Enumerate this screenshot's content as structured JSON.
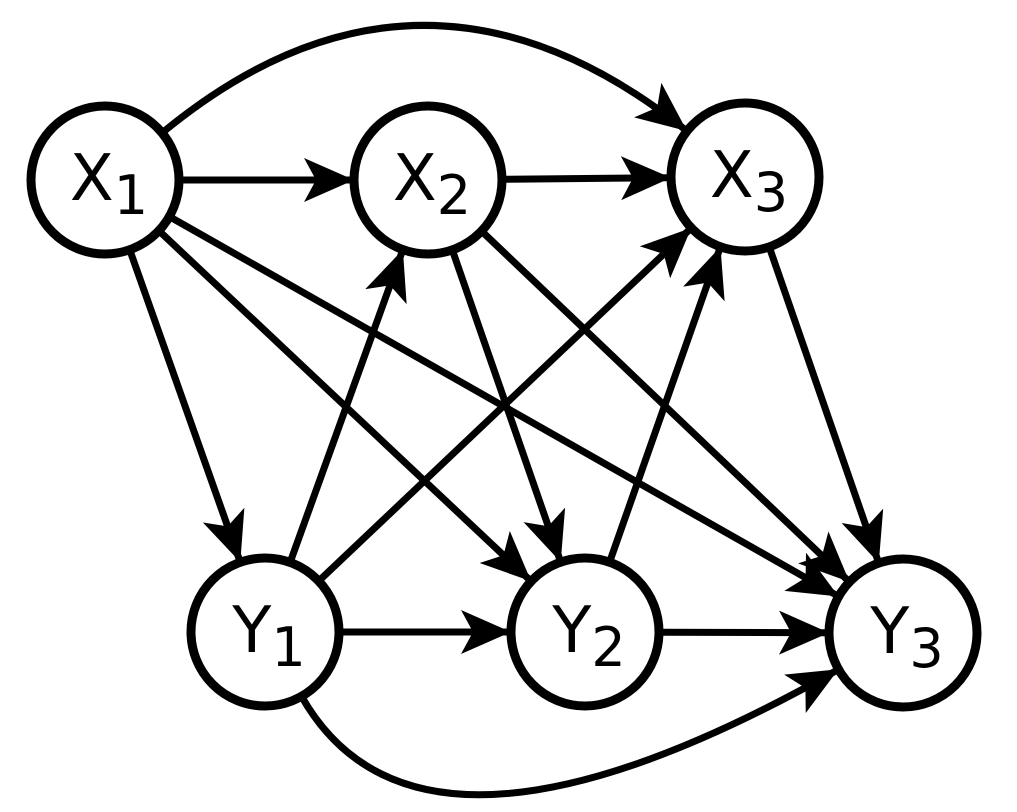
{
  "diagram": {
    "type": "directed-graph",
    "stroke_color": "#000000",
    "fill_color": "#ffffff",
    "nodes": [
      {
        "id": "X1",
        "letter": "X",
        "subscript": "1"
      },
      {
        "id": "X2",
        "letter": "X",
        "subscript": "2"
      },
      {
        "id": "X3",
        "letter": "X",
        "subscript": "3"
      },
      {
        "id": "Y1",
        "letter": "Y",
        "subscript": "1"
      },
      {
        "id": "Y2",
        "letter": "Y",
        "subscript": "2"
      },
      {
        "id": "Y3",
        "letter": "Y",
        "subscript": "3"
      }
    ],
    "edges": [
      {
        "from": "X1",
        "to": "X2"
      },
      {
        "from": "X2",
        "to": "X3"
      },
      {
        "from": "X1",
        "to": "X3"
      },
      {
        "from": "X1",
        "to": "Y1"
      },
      {
        "from": "X1",
        "to": "Y2"
      },
      {
        "from": "X1",
        "to": "Y3"
      },
      {
        "from": "X2",
        "to": "Y2"
      },
      {
        "from": "X2",
        "to": "Y3"
      },
      {
        "from": "X3",
        "to": "Y3"
      },
      {
        "from": "Y1",
        "to": "X2"
      },
      {
        "from": "Y1",
        "to": "X3"
      },
      {
        "from": "Y1",
        "to": "Y2"
      },
      {
        "from": "Y1",
        "to": "Y3"
      },
      {
        "from": "Y2",
        "to": "X3"
      },
      {
        "from": "Y2",
        "to": "Y3"
      }
    ]
  }
}
